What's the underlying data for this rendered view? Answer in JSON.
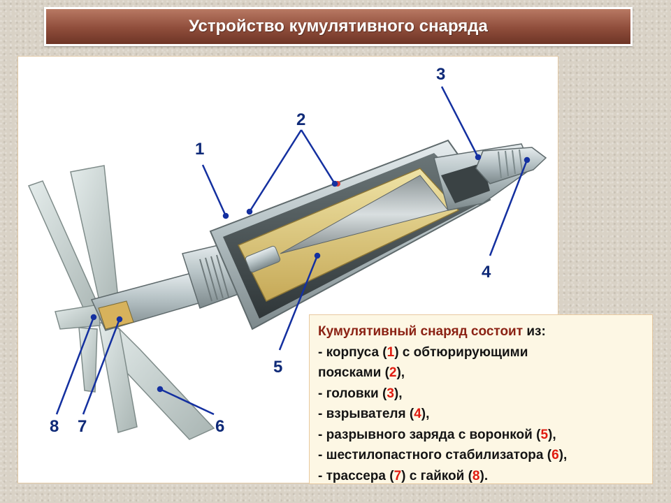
{
  "title": "Устройство кумулятивного снаряда",
  "callouts": [
    "1",
    "2",
    "3",
    "4",
    "5",
    "6",
    "7",
    "8"
  ],
  "info": {
    "heading_colored": "Кумулятивный снаряд состоит",
    "heading_rest": " из:",
    "items": [
      {
        "pre": "- корпуса (",
        "num": "1",
        "post": ") с обтюрирующими"
      },
      {
        "pre": "поясками (",
        "num": "2",
        "post": "),"
      },
      {
        "pre": "- головки (",
        "num": "3",
        "post": "),"
      },
      {
        "pre": "- взрывателя (",
        "num": "4",
        "post": "),"
      },
      {
        "pre": "- разрывного заряда с воронкой (",
        "num": "5",
        "post": "),"
      },
      {
        "pre": "- шестилопастного стабилизатора (",
        "num": "6",
        "post": "),"
      },
      {
        "pre": "- трассера (",
        "num": "7",
        "post": ") с гайкой ("
      },
      {
        "pre": "",
        "num": "8",
        "post": ")."
      }
    ]
  },
  "colors": {
    "title_bg": "#8f4d3b",
    "callout_blue": "#0f2a78",
    "highlight_red": "#e01b10",
    "heading_red": "#8b2214"
  }
}
